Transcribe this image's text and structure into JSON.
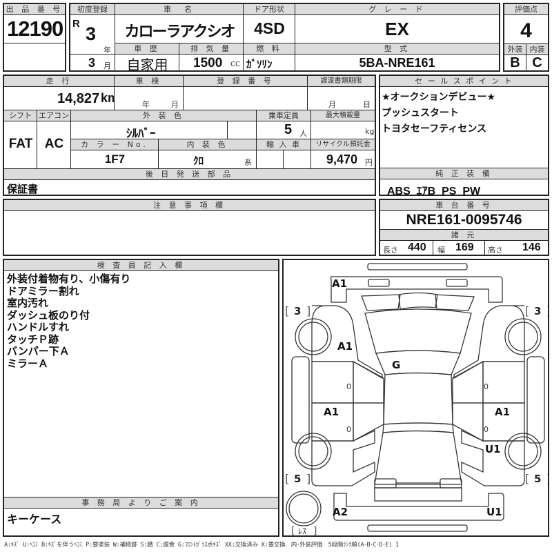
{
  "lot": {
    "label": "出 品 番 号",
    "value": "12190"
  },
  "first_registration": {
    "label": "初度登録",
    "era": "R",
    "year": "3",
    "year_unit": "年",
    "month": "3",
    "month_unit": "月"
  },
  "car_name": {
    "label": "車　名",
    "value": "カローラアクシオ"
  },
  "door_type": {
    "label": "ドア形状",
    "value": "4SD"
  },
  "grade": {
    "label": "グ レ ー ド",
    "value": "EX"
  },
  "score": {
    "label": "評価点",
    "value": "4",
    "exterior_label": "外装",
    "exterior": "B",
    "interior_label": "内装",
    "interior": "C"
  },
  "history": {
    "label": "車 歴",
    "value": "自家用"
  },
  "displacement": {
    "label": "排 気 量",
    "value": "1500",
    "unit": "CC"
  },
  "fuel": {
    "label": "燃 料",
    "value": "ｶﾞｿﾘﾝ"
  },
  "model_code": {
    "label": "型 式",
    "value": "5BA-NRE161"
  },
  "mileage": {
    "label": "走 行",
    "value": "14,827",
    "unit": "km"
  },
  "inspection": {
    "label": "車 検",
    "year_unit": "年",
    "month_unit": "月"
  },
  "registration_no": {
    "label": "登 録 番 号",
    "value": ""
  },
  "transfer_deadline": {
    "label": "譲渡書類期限",
    "month_unit": "月",
    "day_unit": "日"
  },
  "shift": {
    "label": "シフト",
    "value": "FAT"
  },
  "aircon": {
    "label": "エアコン",
    "value": "AC"
  },
  "exterior_color": {
    "label": "外 装 色",
    "value": "ｼﾙﾊﾞｰ"
  },
  "capacity": {
    "label": "乗車定員",
    "value": "5",
    "unit": "人"
  },
  "max_load": {
    "label": "最大積載量",
    "value": "",
    "unit": "kg"
  },
  "color_no": {
    "label": "カ ラ ー No.",
    "value": "1F7"
  },
  "interior_color": {
    "label": "内 装 色",
    "value": "ｸﾛ",
    "suffix": "系"
  },
  "import": {
    "label": "輸 入 車",
    "value": ""
  },
  "recycle_fee": {
    "label": "リサイクル預託金",
    "value": "9,470",
    "unit": "円"
  },
  "later_parts": {
    "label": "後 日 発 送 部 品",
    "value": "保証書"
  },
  "sales_points": {
    "label": "セ ー ル ス ポ イ ン ト",
    "items": [
      "★オークションデビュー★",
      "プッシュスタート",
      "トヨタセーフティセンス"
    ]
  },
  "equipment": {
    "label": "純 正 装 備",
    "value": "ABS  ｴｱB  PS  PW"
  },
  "notes": {
    "label": "注 意 事 項 欄",
    "value": ""
  },
  "chassis": {
    "label": "車 台 番 号",
    "value": "NRE161-0095746"
  },
  "specs": {
    "label": "諸 元",
    "length_label": "長さ",
    "length": "440",
    "width_label": "幅",
    "width": "169",
    "height_label": "高さ",
    "height": "146"
  },
  "inspector": {
    "label": "検 査 員 記 入 欄",
    "items": [
      "外装付着物有り、小傷有り",
      "ドアミラー割れ",
      "室内汚れ",
      "ダッシュ板のり付",
      "ハンドルすれ",
      "タッチＰ跡",
      "バンパー下Ａ",
      "ミラーＡ"
    ]
  },
  "office": {
    "label": "事 務 局 よ り ご 案 内",
    "value": "キーケース"
  },
  "diagram": {
    "marks": {
      "front_bumper": "A1",
      "front_left_fender": "A1",
      "windshield": "G",
      "left_front_door": "A1",
      "right_front_door": "A1",
      "right_rear_quarter": "U1",
      "rear_bumper_left": "A2",
      "rear_bumper_right": "U1"
    },
    "tires": {
      "front_left": "3",
      "front_right": "3",
      "rear_left": "5",
      "rear_right": "5",
      "spare": "ﾚｽ"
    },
    "door_zero_marks": [
      "0",
      "0",
      "0",
      "0"
    ]
  },
  "legend": "A:ｷｽﾞ U:ﾍｺﾐ B:ｷｽﾞを伴うﾍｺﾐ P:要塗装 W:補修跡 S:錆 C:腐食 G:ﾌﾛﾝﾄｶﾞﾗｽ点ｷｽﾞ XX:交換済み X:要交換　内･外装評価　5段階ﾗﾝｸ順(A･B･C･D･E) 1"
}
